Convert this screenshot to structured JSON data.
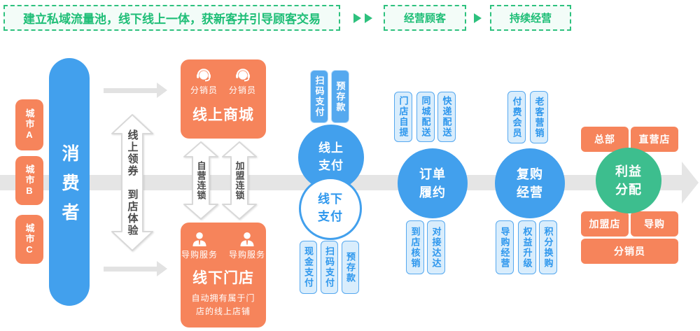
{
  "banner": {
    "headline": "建立私域流量池，线下线上一体，获新客并引导顾客交易",
    "step2": "经营顾客",
    "step3": "持续经营"
  },
  "cities": [
    "城市A",
    "城市B",
    "城市C"
  ],
  "consumer": {
    "label": "消费者"
  },
  "coupon_flow": {
    "up": "线上领券",
    "down": "到店体验"
  },
  "chains": {
    "left": "自营连锁",
    "right": "加盟连锁"
  },
  "online_mall": {
    "icon_labels": [
      "分销员",
      "分销员"
    ],
    "title": "线上商城"
  },
  "offline_store": {
    "icon_labels": [
      "导购服务",
      "导购服务"
    ],
    "title": "线下门店",
    "subtitle": "自动拥有属于门店的线上店铺"
  },
  "payments": {
    "online": {
      "title": "线上支付",
      "tabs": [
        "扫码支付",
        "预存款"
      ]
    },
    "offline": {
      "title": "线下支付",
      "tabs": [
        "现金支付",
        "扫码支付",
        "预存款"
      ]
    }
  },
  "fulfillment": {
    "title": "订单履约",
    "top_tabs": [
      "门店自提",
      "同城配送",
      "快递配送"
    ],
    "bottom_tabs": [
      "到店核销",
      "对接达达"
    ]
  },
  "repurchase": {
    "title": "复购经营",
    "top_tabs": [
      "付费会员",
      "老客营销"
    ],
    "bottom_tabs": [
      "导购经营",
      "权益升级",
      "积分换购"
    ]
  },
  "profit": {
    "title": "利益分配",
    "top_boxes": [
      "总部",
      "直营店"
    ],
    "bottom_boxes": [
      "加盟店",
      "导购"
    ],
    "wide_box": "分销员"
  },
  "colors": {
    "orange": "#F6845B",
    "blue": "#42A0ED",
    "pale_blue_fill": "#D9EDFC",
    "pale_blue_text": "#2E97ED",
    "green": "#3DBE8E",
    "banner_green": "#1FBE77",
    "band_gray": "#E5E5E5"
  }
}
